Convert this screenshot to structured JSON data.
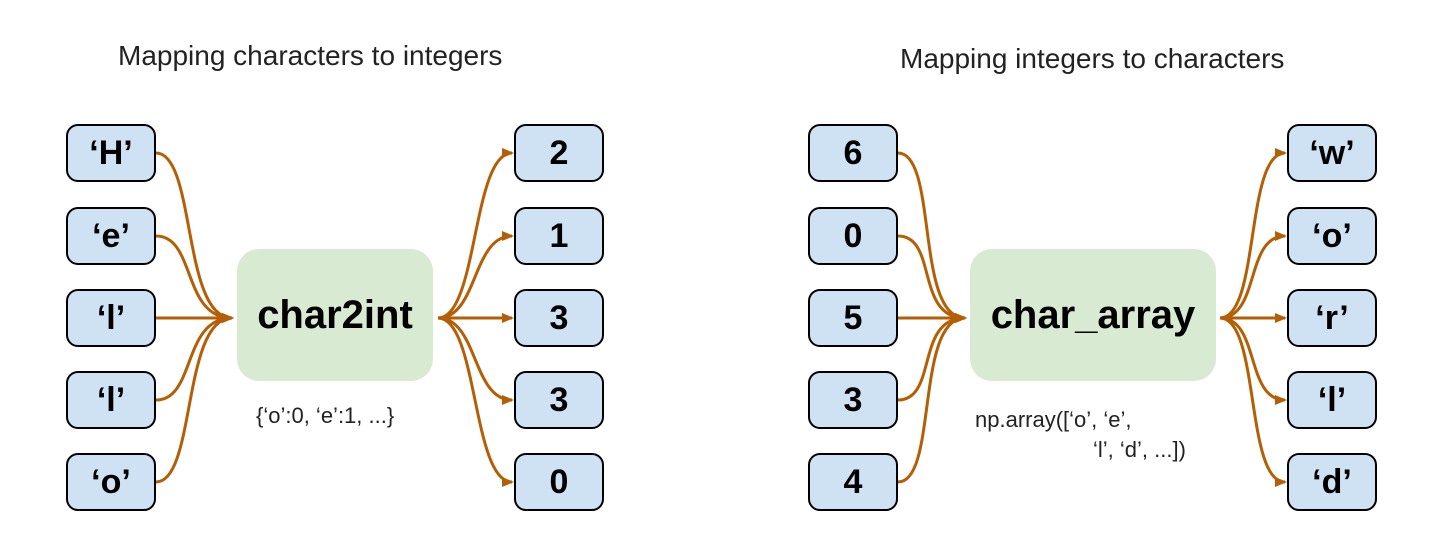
{
  "left_panel": {
    "title": "Mapping characters to integers",
    "inputs": [
      "‘H’",
      "‘e’",
      "‘l’",
      "‘l’",
      "‘o’"
    ],
    "function_label": "char2int",
    "caption": "{‘o’:0, ‘e’:1, ...}",
    "outputs": [
      "2",
      "1",
      "3",
      "3",
      "0"
    ]
  },
  "right_panel": {
    "title": "Mapping integers to characters",
    "inputs": [
      "6",
      "0",
      "5",
      "3",
      "4"
    ],
    "function_label": "char_array",
    "caption_line1": "np.array([‘o’, ‘e’,",
    "caption_line2": "‘l’, ‘d’, ...])",
    "outputs": [
      "‘w’",
      "‘o’",
      "‘r’",
      "‘l’",
      "‘d’"
    ]
  },
  "colors": {
    "arrow": "#b45f06",
    "box_fill": "#cfe2f3",
    "center_fill": "#d9ead3"
  }
}
